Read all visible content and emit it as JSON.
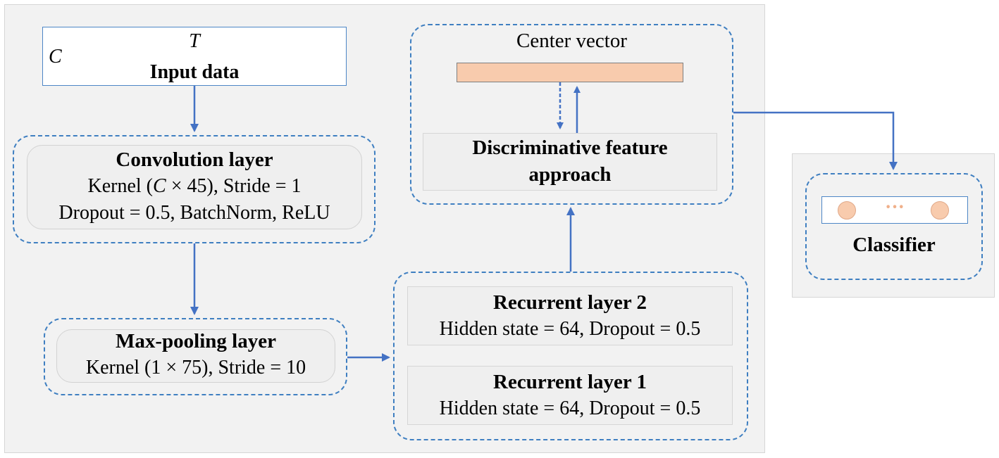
{
  "input": {
    "t_label": "T",
    "c_label": "C",
    "title": "Input data"
  },
  "conv": {
    "title": "Convolution layer",
    "kernel_prefix": "Kernel (",
    "kernel_var": "C",
    "kernel_suffix": " × 45), Stride = 1",
    "line3": "Dropout = 0.5, BatchNorm, ReLU"
  },
  "pool": {
    "title": "Max-pooling layer",
    "line2": "Kernel (1 × 75), Stride = 10"
  },
  "rec2": {
    "title": "Recurrent layer 2",
    "line2": "Hidden state = 64, Dropout = 0.5"
  },
  "rec1": {
    "title": "Recurrent layer 1",
    "line2": "Hidden state = 64, Dropout = 0.5"
  },
  "center": {
    "label": "Center vector"
  },
  "disc": {
    "line1": "Discriminative feature",
    "line2": "approach"
  },
  "classifier": {
    "title": "Classifier",
    "dots": "···"
  },
  "colors": {
    "arrow": "#4472c4",
    "dashed_border": "#3f7fc1",
    "center_fill": "#f8cbad"
  }
}
